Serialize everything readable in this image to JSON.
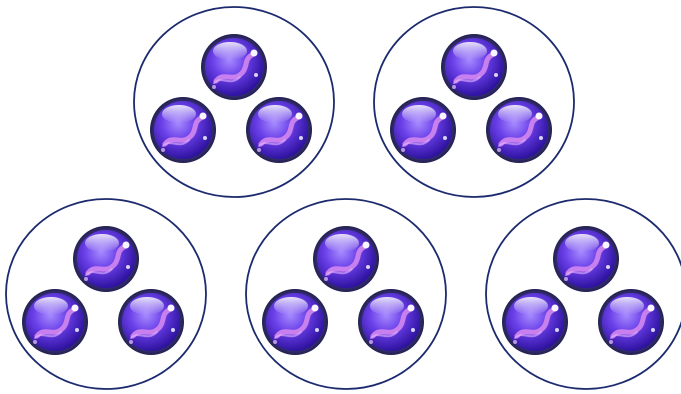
{
  "colors": {
    "background": "#ffffff",
    "group_outline": "#1c2a6e",
    "marble_light": "#a78bff",
    "marble_mid": "#6a3fe8",
    "marble_dark": "#2a0f9a",
    "marble_rim": "#2b2560",
    "marble_swirl": "#d98cf0",
    "marble_highlight": "#ffffff"
  },
  "groups": [
    {
      "name": "group-1",
      "marble_count": 3
    },
    {
      "name": "group-2",
      "marble_count": 3
    },
    {
      "name": "group-3",
      "marble_count": 3
    },
    {
      "name": "group-4",
      "marble_count": 3
    },
    {
      "name": "group-5",
      "marble_count": 3
    }
  ],
  "icons": {
    "marble": "purple-marble-icon",
    "group": "group-circle"
  }
}
